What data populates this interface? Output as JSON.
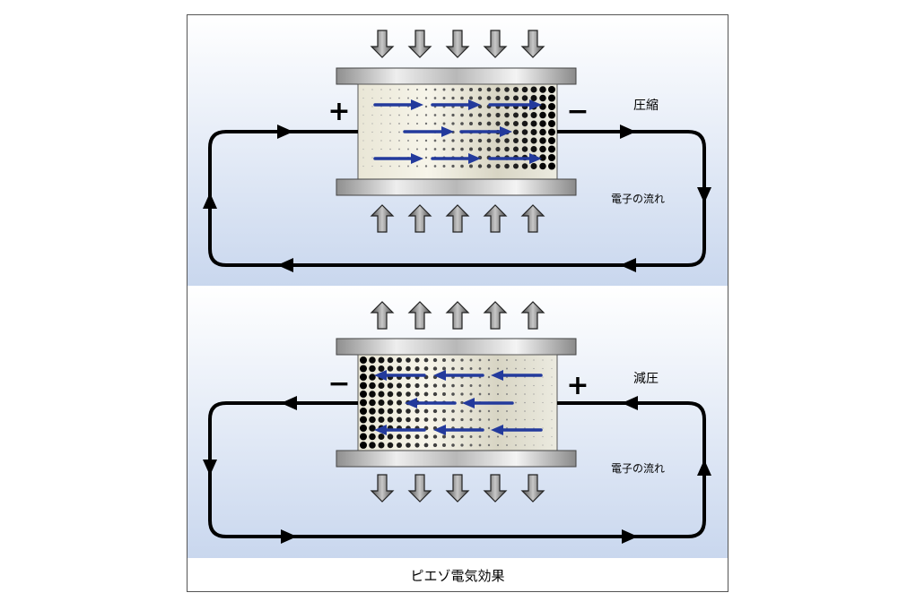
{
  "caption": "ピエゾ電気効果",
  "panels": [
    {
      "state_label": "圧縮",
      "flow_label": "電子の流れ",
      "left_sign": "+",
      "right_sign": "−",
      "force_direction": "inward",
      "polarization_direction": "right",
      "current_direction": "clockwise"
    },
    {
      "state_label": "減圧",
      "flow_label": "電子の流れ",
      "left_sign": "−",
      "right_sign": "+",
      "force_direction": "outward",
      "polarization_direction": "left",
      "current_direction": "counterclockwise"
    }
  ],
  "colors": {
    "panel_top": "#ffffff",
    "panel_bottom": "#c9d7ee",
    "polarization_arrow": "#233a9c",
    "circuit": "#000000",
    "force_arrow": "#777777"
  }
}
